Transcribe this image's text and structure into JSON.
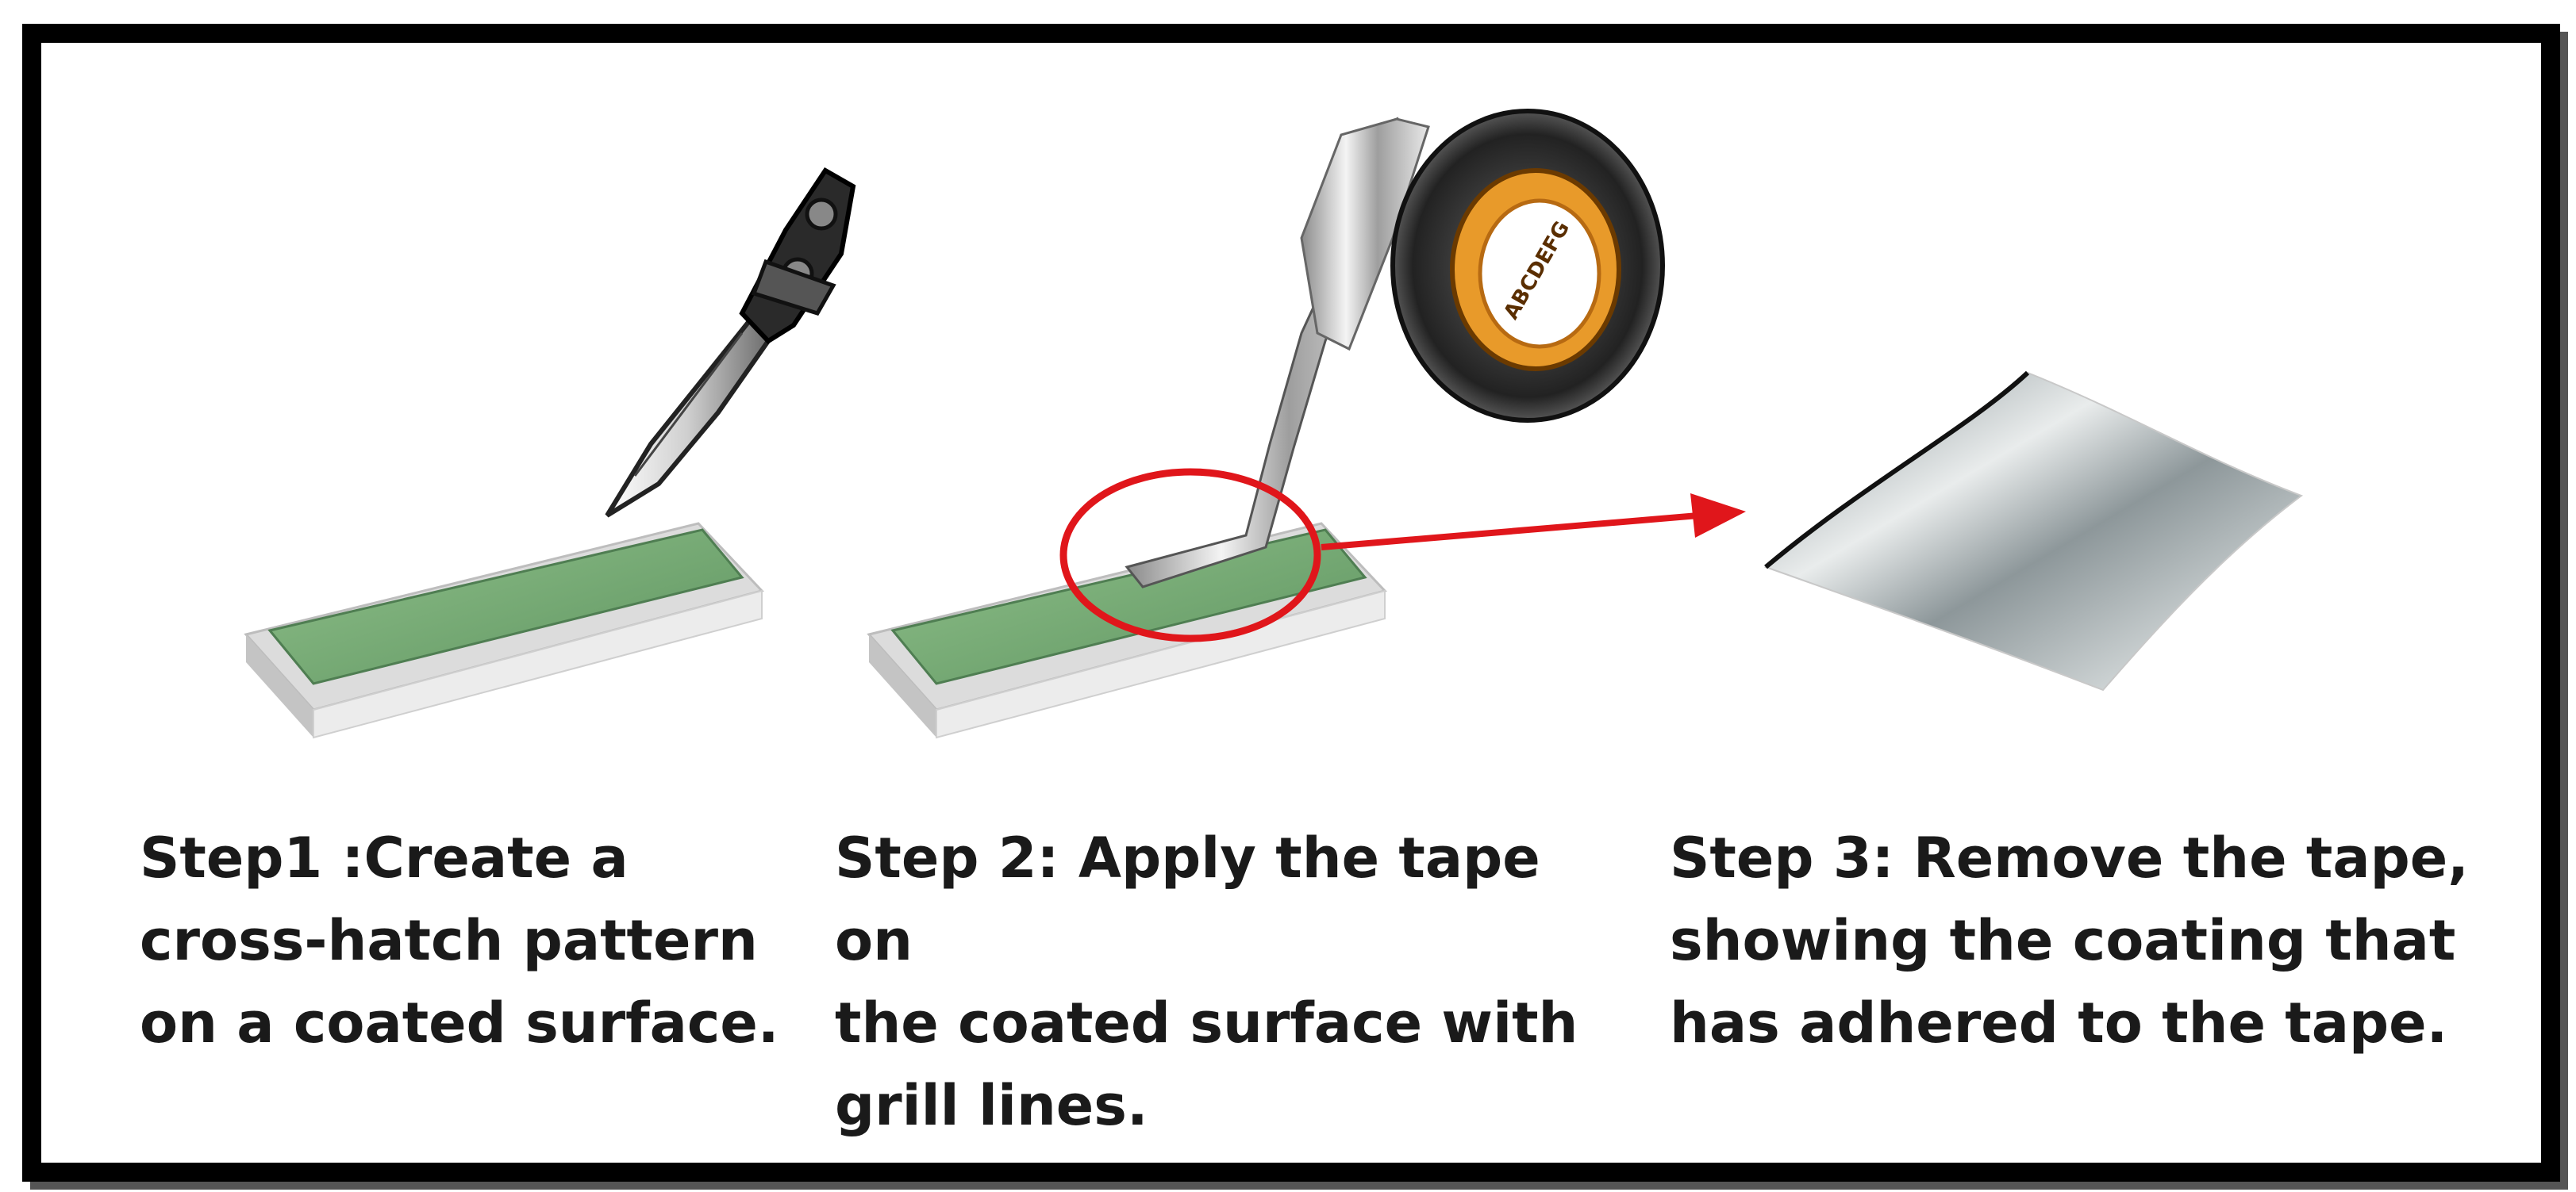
{
  "steps": [
    {
      "caption": "Step1 :Create a\ncross-hatch pattern\non a coated surface."
    },
    {
      "caption": "Step 2: Apply the tape on\nthe coated surface with\ngrill lines."
    },
    {
      "caption": "Step 3: Remove the tape,\nshowing the coating that\nhas adhered to the tape."
    }
  ],
  "tape_roll": {
    "label_text": "ABCDEFG"
  },
  "colors": {
    "frame": "#000000",
    "coating": "#7fb07a",
    "substrate": "#e6e6e6",
    "highlight_circle": "#e0161b",
    "arrow": "#e0161b",
    "tape_core": "#e89a2a"
  }
}
